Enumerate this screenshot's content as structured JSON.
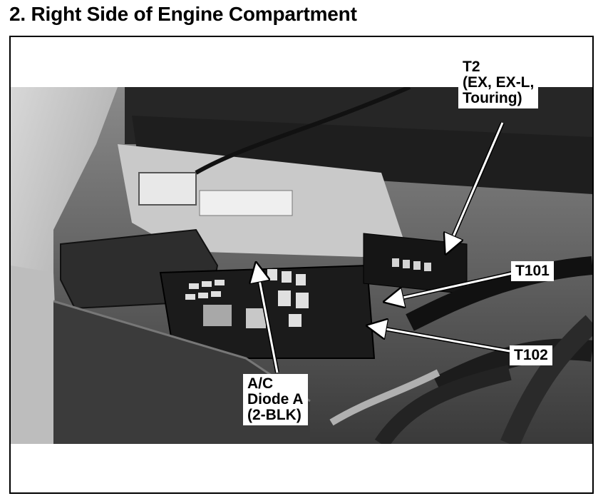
{
  "title": "2. Right Side of Engine Compartment",
  "callouts": {
    "t2": {
      "lines": [
        "T2",
        "(EX, EX-L,",
        "Touring)"
      ]
    },
    "t101": {
      "label": "T101"
    },
    "t102": {
      "label": "T102"
    },
    "ac_diode": {
      "lines": [
        "A/C",
        "Diode A",
        "(2-BLK)"
      ]
    }
  },
  "icons": {
    "arrow": "arrow-pointer-icon"
  }
}
